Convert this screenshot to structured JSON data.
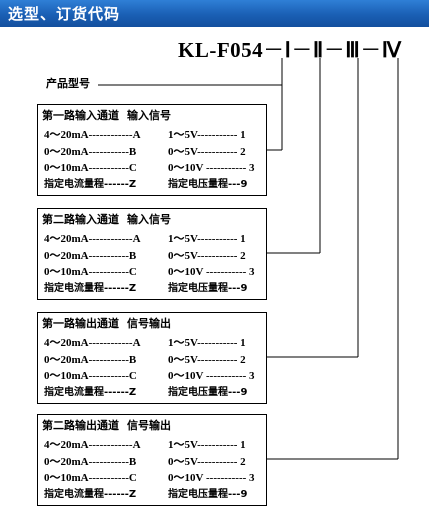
{
  "header": {
    "title": "选型、订货代码"
  },
  "model": {
    "prefix": "KL-F054",
    "separator": "－",
    "codes": [
      "Ⅰ",
      "Ⅱ",
      "Ⅲ",
      "Ⅳ"
    ]
  },
  "product_label": "产品型号",
  "boxes": [
    {
      "title": "第一路输入通道",
      "signal": "输入信号",
      "rows": [
        {
          "left": "4～20mA------------A",
          "right": "1～5V----------- 1"
        },
        {
          "left": "0～20mA-----------B",
          "right": "0～5V----------- 2"
        },
        {
          "left": "0～10mA-----------C",
          "right": "0～10V ----------- 3"
        },
        {
          "left": "指定电流量程------Z",
          "right": "指定电压量程---9"
        }
      ]
    },
    {
      "title": "第二路输入通道",
      "signal": "输入信号",
      "rows": [
        {
          "left": "4～20mA------------A",
          "right": "1～5V----------- 1"
        },
        {
          "left": "0～20mA-----------B",
          "right": "0～5V----------- 2"
        },
        {
          "left": "0～10mA-----------C",
          "right": "0～10V ----------- 3"
        },
        {
          "left": "指定电流量程------Z",
          "right": "指定电压量程---9"
        }
      ]
    },
    {
      "title": "第一路输出通道",
      "signal": "信号输出",
      "rows": [
        {
          "left": "4～20mA------------A",
          "right": "1～5V----------- 1"
        },
        {
          "left": "0～20mA-----------B",
          "right": "0～5V----------- 2"
        },
        {
          "left": "0～10mA-----------C",
          "right": "0～10V ----------- 3"
        },
        {
          "left": "指定电流量程------Z",
          "right": "指定电压量程---9"
        }
      ]
    },
    {
      "title": "第二路输出通道",
      "signal": "信号输出",
      "rows": [
        {
          "left": "4～20mA------------A",
          "right": "1～5V----------- 1"
        },
        {
          "left": "0～20mA-----------B",
          "right": "0～5V----------- 2"
        },
        {
          "left": "0～10mA-----------C",
          "right": "0～10V ----------- 3"
        },
        {
          "left": "指定电流量程------Z",
          "right": "指定电压量程---9"
        }
      ]
    }
  ]
}
